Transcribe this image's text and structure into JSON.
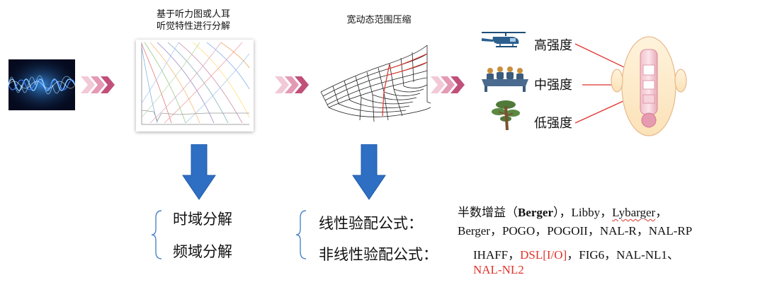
{
  "stage1": {
    "caption_line1": "基于听力图或人耳",
    "caption_line2": "听觉特性进行分解"
  },
  "stage2": {
    "caption": "宽动态范围压缩"
  },
  "intensity": {
    "high": "高强度",
    "mid": "中强度",
    "low": "低强度"
  },
  "domain_methods": {
    "time": "时域分解",
    "freq": "频域分解"
  },
  "linear": {
    "label": "线性验配公式：",
    "line1": {
      "part1": "半数增益（",
      "bold": "Berger",
      "part2": "），Libby，",
      "lyb": "Lybarger",
      "part3": "，"
    },
    "line2": "Berger，POGO，POGOII，NAL-R，NAL-RP"
  },
  "nonlinear": {
    "label": "非线性验配公式：",
    "line1": {
      "part1": "IHAFF，",
      "red1": "DSL[I/O]",
      "part2": "，FIG6，NAL-NL1、"
    },
    "line2_red": "NAL-NL2"
  },
  "colors": {
    "arrow_blue": "#2e6fc4",
    "chevron": "#c0507a",
    "red": "#e0332b"
  }
}
